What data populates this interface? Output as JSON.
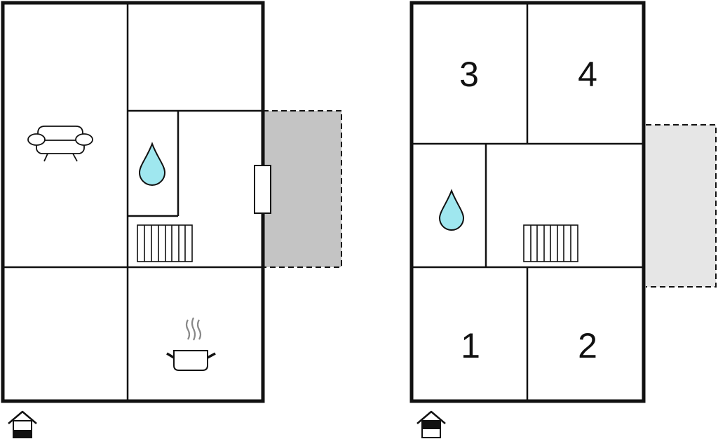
{
  "floors": [
    {
      "id": "ground",
      "level_icon": "house-ground-floor-icon"
    },
    {
      "id": "upper",
      "level_icon": "house-upper-floor-icon",
      "rooms": {
        "room_1": "1",
        "room_2": "2",
        "room_3": "3",
        "room_4": "4"
      }
    }
  ],
  "icons": [
    "sofa-icon",
    "water-drop-icon",
    "stairs-icon",
    "cooking-pot-icon",
    "door-icon",
    "house-icon"
  ],
  "colors": {
    "wall": "#111111",
    "water": "#9FE7EF",
    "terrace_ground": "#C4C4C4",
    "terrace_upper": "#E6E6E6",
    "steam": "#888888"
  }
}
